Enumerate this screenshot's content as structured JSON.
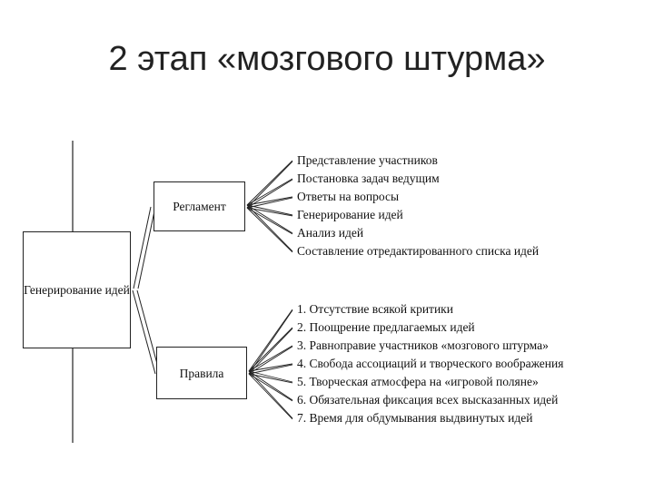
{
  "title": "2 этап «мозгового штурма»",
  "diagram": {
    "root": "Генерирование идей",
    "branches": [
      {
        "label": "Регламент",
        "items": [
          "Представление участников",
          "Постановка задач ведущим",
          "Ответы на вопросы",
          "Генерирование идей",
          "Анализ идей",
          "Составление отредактированного списка идей"
        ]
      },
      {
        "label": "Правила",
        "items": [
          "1. Отсутствие всякой критики",
          "2. Поощрение предлагаемых идей",
          "3. Равноправие участников «мозгового штурма»",
          "4. Свобода ассоциаций и творческого воображения",
          "5. Творческая атмосфера на «игровой поляне»",
          "6. Обязательная фиксация всех высказанных идей",
          "7. Время для обдумывания выдвинутых идей"
        ]
      }
    ]
  }
}
